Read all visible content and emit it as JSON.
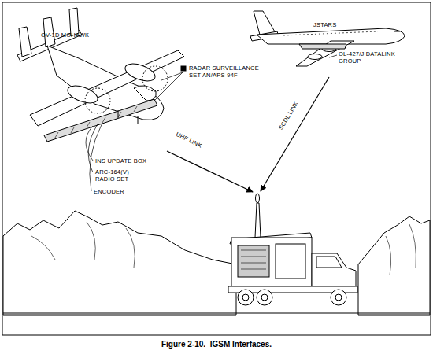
{
  "diagram": {
    "caption": "Figure 2-10.  IGSM Interfaces.",
    "labels": [
      "OV-1D MOHAWK",
      "RADAR SURVEILLANCE SET AN/APS-94F",
      "INS UPDATE BOX",
      "ARC-164(V) RADIO SET",
      "ENCODER",
      "UHF LINK",
      "JSTARS",
      "OL-427/J DATALINK GROUP",
      "SCDL LINK"
    ]
  }
}
